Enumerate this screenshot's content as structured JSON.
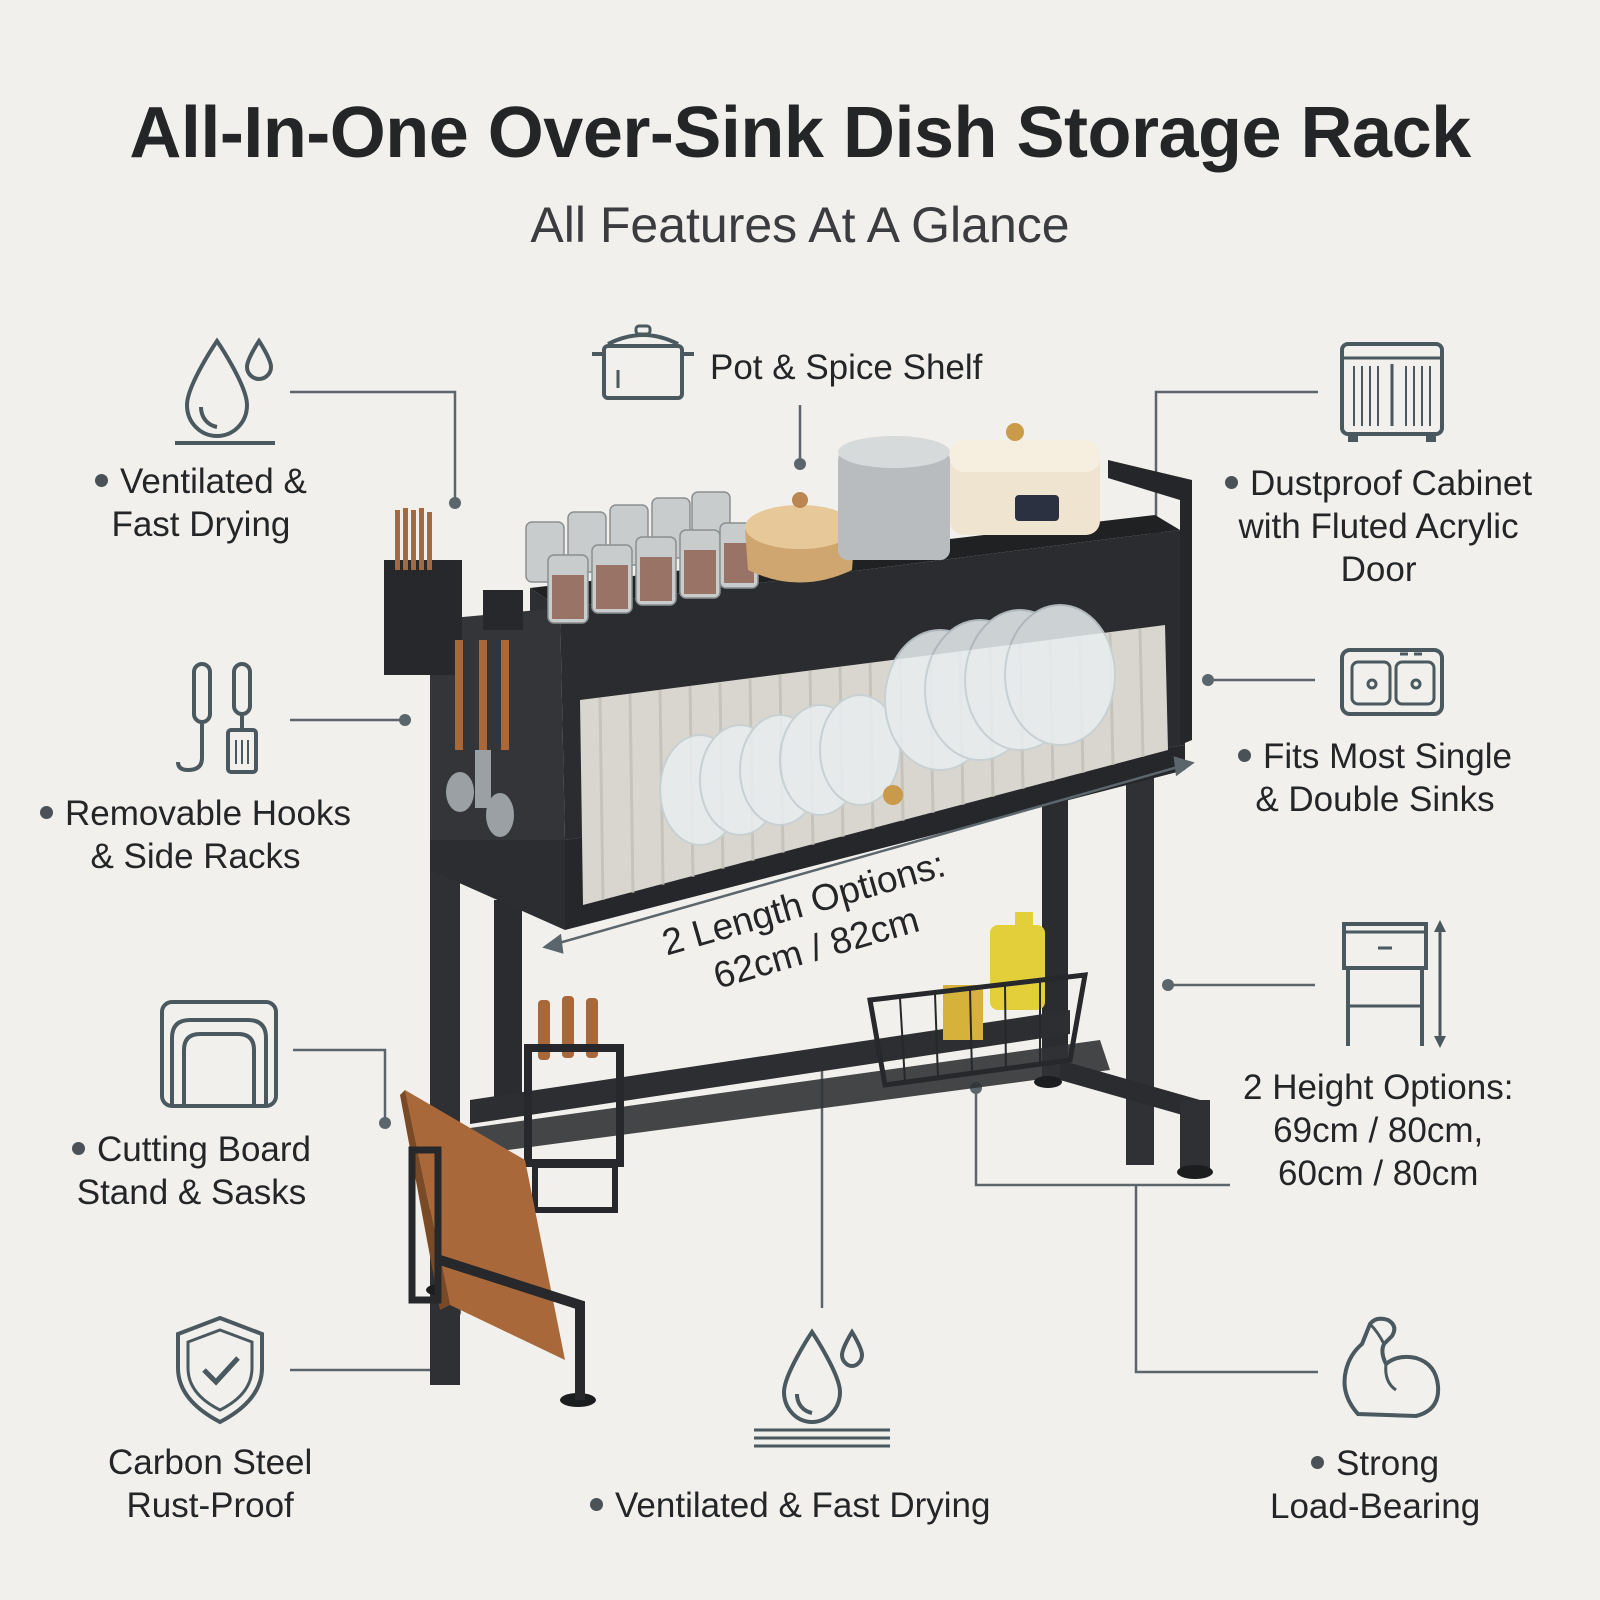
{
  "header": {
    "title": "All-In-One Over-Sink Dish Storage Rack",
    "subtitle": "All Features At A Glance"
  },
  "features": {
    "ventilated_top_left": {
      "line1": "Ventilated &",
      "line2": "Fast Drying",
      "icon": "water-drops-icon"
    },
    "pot_spice_shelf": {
      "line1": "Pot & Spice Shelf",
      "icon": "cooking-pot-icon"
    },
    "dustproof_cabinet": {
      "line1": "Dustproof Cabinet",
      "line2": "with Fluted Acrylic",
      "line3": "Door",
      "icon": "cabinet-icon"
    },
    "removable_hooks": {
      "line1": "Removable Hooks",
      "line2": "& Side Racks",
      "icon": "utensils-icon"
    },
    "fits_sinks": {
      "line1": "Fits Most Single",
      "line2": "& Double Sinks",
      "icon": "double-sink-icon"
    },
    "length_options": {
      "line1": "2 Length Options:",
      "line2": "62cm / 82cm"
    },
    "height_options": {
      "line1": "2 Height Options:",
      "line2": "69cm / 80cm,",
      "line3": "60cm / 80cm",
      "icon": "height-cabinet-icon"
    },
    "cutting_board": {
      "line1": "Cutting Board",
      "line2": "Stand & Sasks",
      "icon": "board-stand-icon"
    },
    "carbon_steel": {
      "line1": "Carbon Steel",
      "line2": "Rust-Proof",
      "icon": "shield-check-icon"
    },
    "ventilated_bottom": {
      "line1": "Ventilated & Fast Drying",
      "icon": "water-drops-icon"
    },
    "load_bearing": {
      "line1": "Strong",
      "line2": "Load-Bearing",
      "icon": "flexed-arm-icon"
    }
  },
  "colors": {
    "background": "#f2f0ec",
    "text": "#232527",
    "icon_stroke": "#4a5860",
    "leader_line": "#5a656c",
    "rack_frame": "#26282b",
    "wood": "#a8683a"
  }
}
